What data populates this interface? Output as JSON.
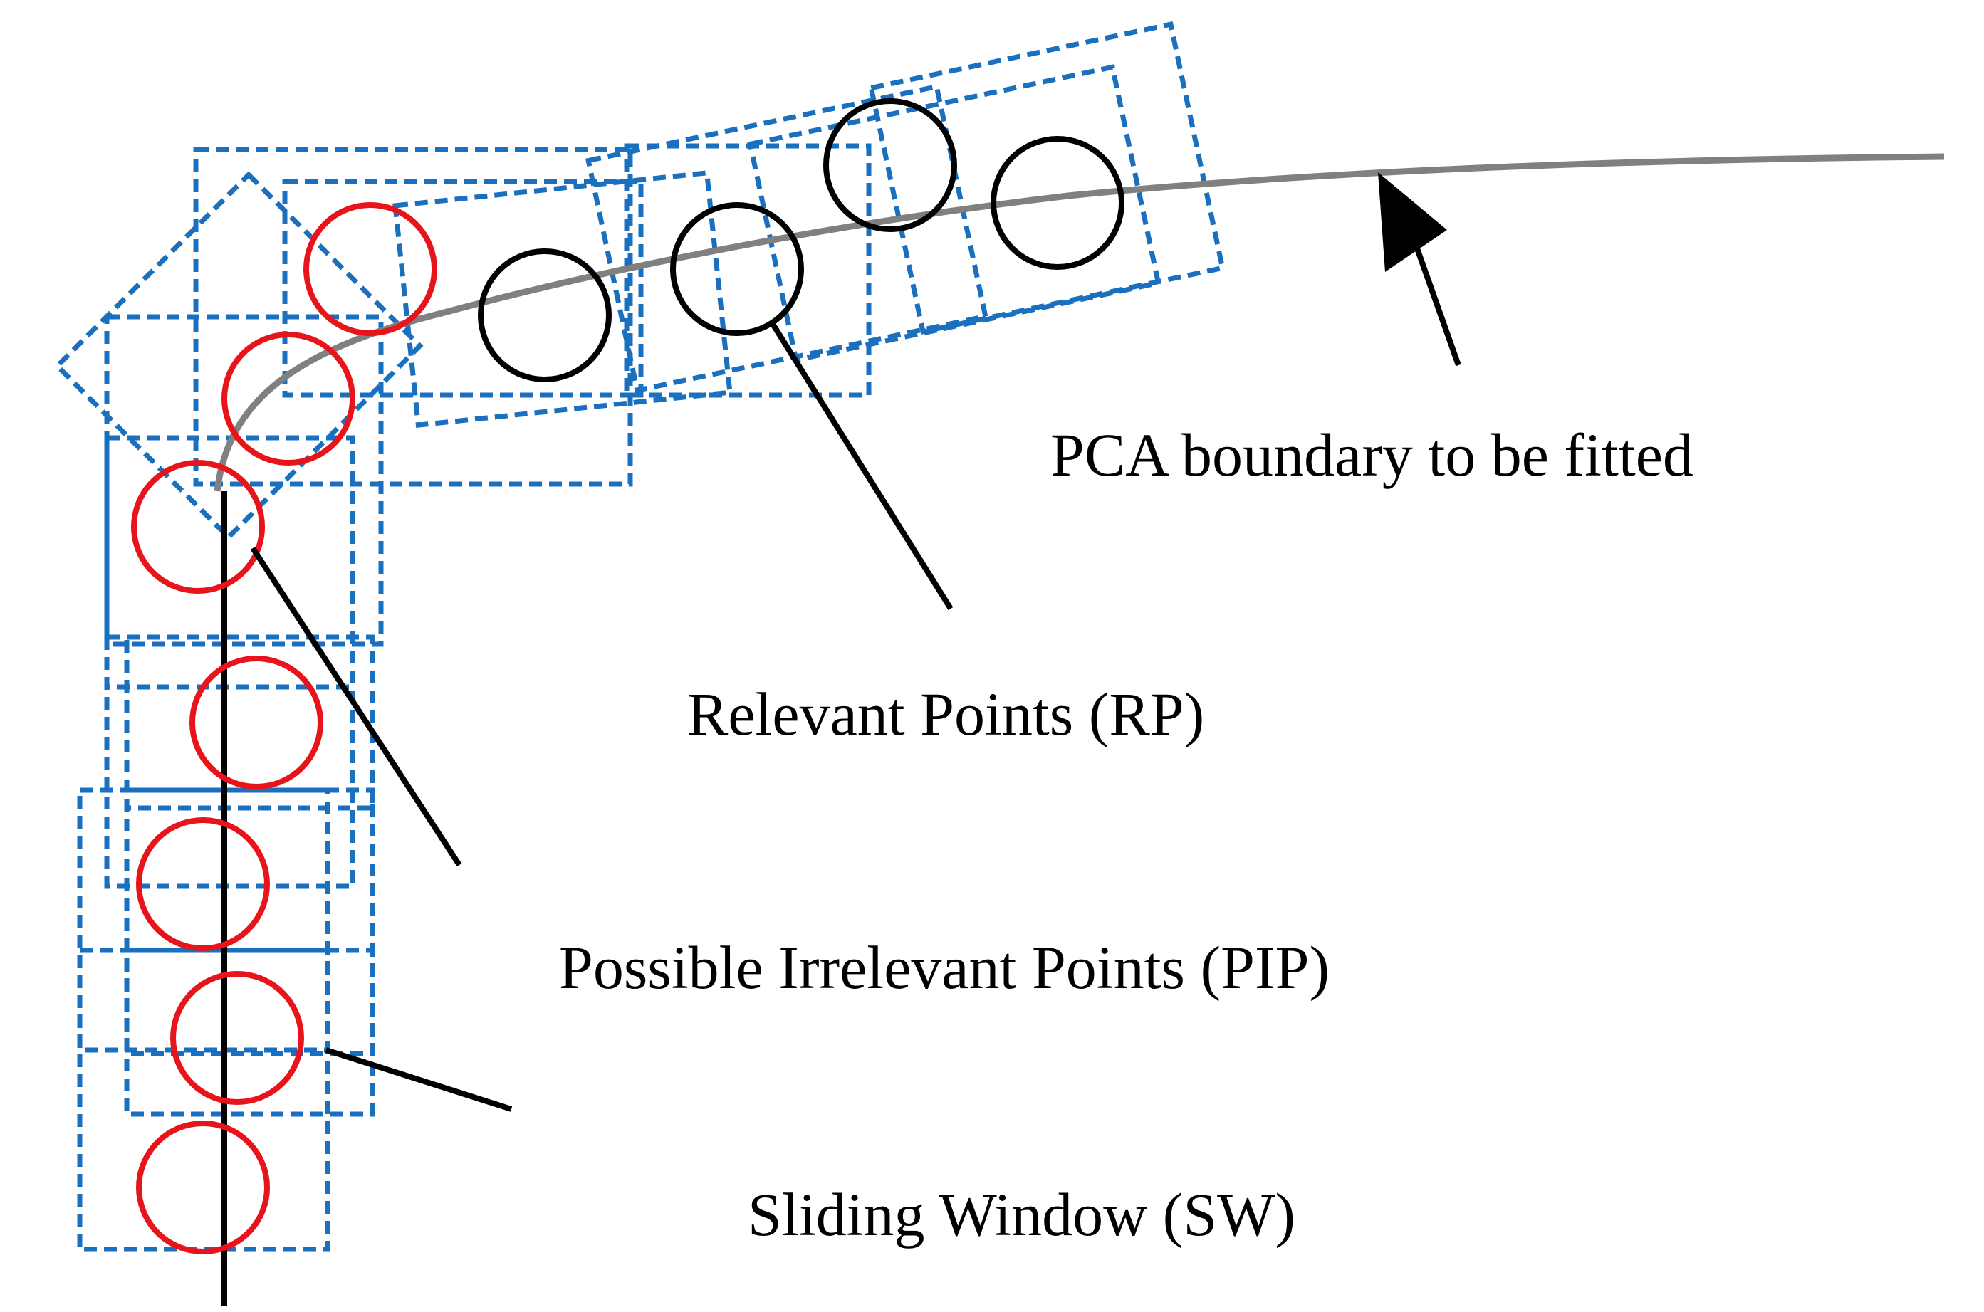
{
  "labels": {
    "pca_boundary": "PCA boundary to be fitted",
    "relevant_points": "Relevant Points (RP)",
    "possible_irrelevant_points": "Possible Irrelevant Points (PIP)",
    "sliding_window": "Sliding Window (SW)"
  },
  "colors": {
    "window_dash": "#1a6fbf",
    "irrelevant_point": "#e8141c",
    "relevant_point": "#000000",
    "boundary_curve": "#808080",
    "scan_line": "#000000",
    "leader_line": "#000000"
  }
}
